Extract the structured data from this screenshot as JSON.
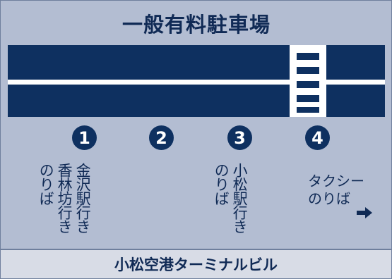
{
  "header": {
    "title": "一般有料駐車場"
  },
  "platforms": [
    "1",
    "2",
    "3",
    "4"
  ],
  "stops": {
    "stop1": {
      "line1": "金沢駅行き",
      "line2": "香林坊行き",
      "line3": "のりば"
    },
    "stop3": {
      "line1": "小松駅行き",
      "line2": "のりば"
    },
    "taxi": {
      "line1": "タクシー",
      "line2": "のりば"
    }
  },
  "footer": {
    "label": "小松空港ターミナルビル"
  },
  "colors": {
    "road": "#0e3060",
    "background": "#b3bdd2",
    "text": "#102a55",
    "footer": "#d8dce6"
  },
  "icons": {
    "taxi_direction": "right-arrow-icon"
  }
}
